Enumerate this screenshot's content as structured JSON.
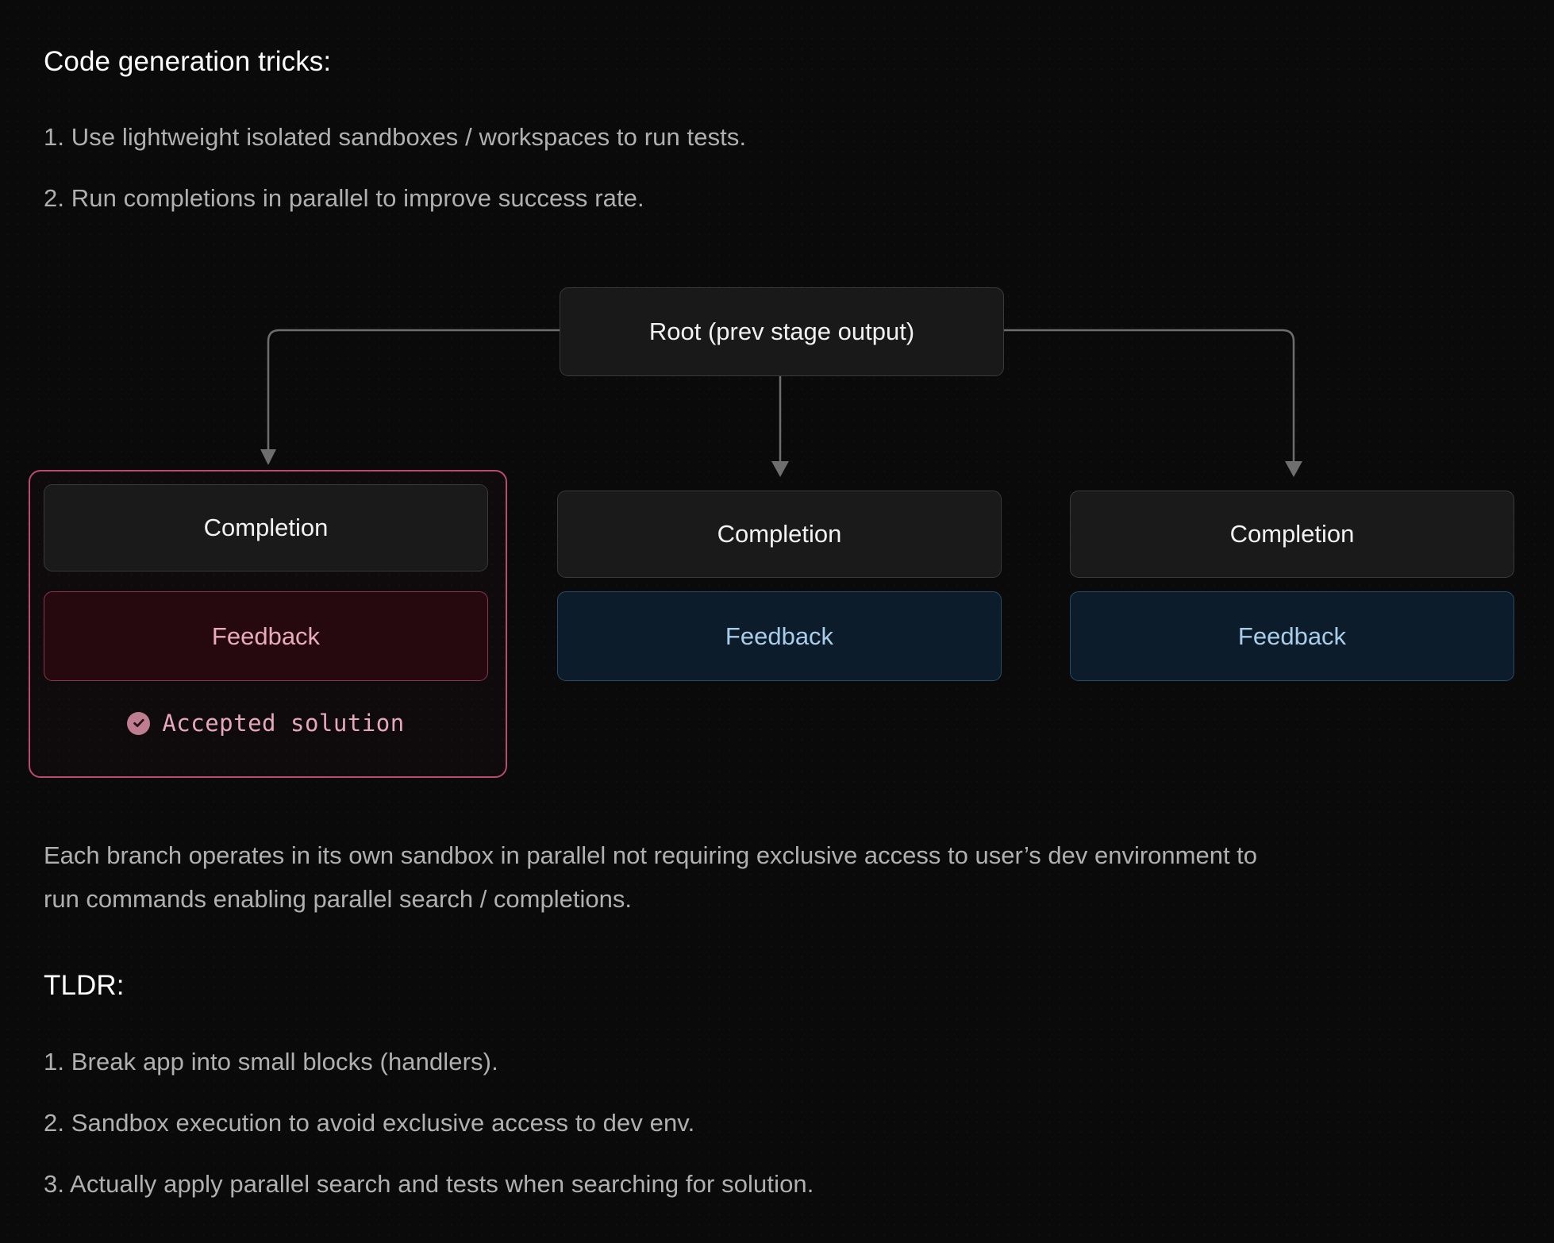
{
  "sections": {
    "tricks": {
      "heading": "Code generation tricks:",
      "items": [
        "1. Use lightweight isolated sandboxes / workspaces to run tests.",
        "2. Run completions in parallel to improve success rate."
      ]
    },
    "caption": "Each branch operates in its own sandbox in parallel not requiring exclusive access to user’s dev environment to run commands enabling parallel search / completions.",
    "tldr": {
      "heading": "TLDR:",
      "items": [
        "1. Break app into small blocks (handlers).",
        "2. Sandbox execution to avoid exclusive access to dev env.",
        "3. Actually apply parallel search and tests when searching for solution."
      ]
    }
  },
  "diagram": {
    "root": {
      "label": "Root (prev stage output)"
    },
    "branches": [
      {
        "completion_label": "Completion",
        "feedback_label": "Feedback",
        "status_label": "Accepted solution",
        "status_icon": "check-circle-icon",
        "highlighted": true
      },
      {
        "completion_label": "Completion",
        "feedback_label": "Feedback",
        "highlighted": false
      },
      {
        "completion_label": "Completion",
        "feedback_label": "Feedback",
        "highlighted": false
      }
    ],
    "colors": {
      "background": "#0a0a0a",
      "node_fill": "#1a1a1a",
      "node_border": "#393939",
      "feedback_blue_fill": "#0d1c2b",
      "feedback_blue_border": "#2a4a66",
      "feedback_blue_text": "#a8cde8",
      "accent_pink": "#bb4a6e",
      "feedback_pink_fill": "#25090f",
      "feedback_pink_text": "#e9aabd",
      "connector": "#6e6e6e",
      "heading_text": "#fdfdfd",
      "body_text": "#b0b0b0"
    }
  }
}
